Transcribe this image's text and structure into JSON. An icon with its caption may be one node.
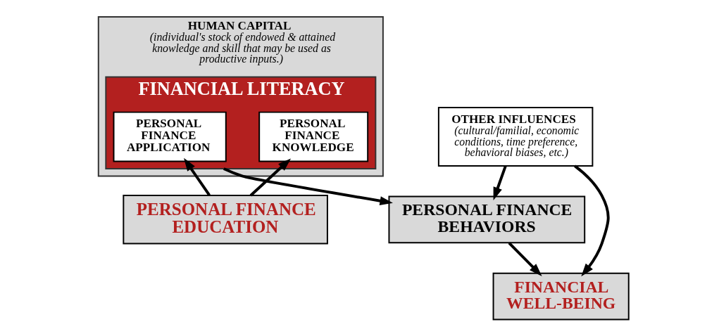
{
  "diagram": {
    "nodes": [
      {
        "text": [
          "HUMAN CAPITAL",
          "(individual's stock of endowed & attained knowledge and skill that may be used as productive inputs.)"
        ]
      },
      {
        "text": [
          "FINANCIAL LITERACY"
        ],
        "in": 0
      },
      {
        "text": [
          "PERSONAL FINANCE KNOWLEDGE"
        ],
        "in": 1
      },
      {
        "text": [
          "PERSONAL FINANCE APPLICATION"
        ],
        "in": 1
      },
      {
        "text": [
          "OTHER INFLUENCES",
          "(cultural/familial, economic conditions, time preference, behavioral biases, etc.)"
        ]
      },
      {
        "text": [
          "PERSONAL FINANCE BEHAVIORS"
        ]
      },
      {
        "text": [
          "FINANCIAL WELL-BEING"
        ]
      },
      {
        "text": [
          "PERSONAL FINANCE EDUCATION"
        ]
      }
    ],
    "edges": [
      {
        "from": 7,
        "to": 2,
        "arrow": "to"
      },
      {
        "from": 7,
        "to": 3,
        "arrow": "to"
      },
      {
        "from": 1,
        "to": 5,
        "arrow": "to"
      },
      {
        "from": 4,
        "to": 5,
        "arrow": "to"
      },
      {
        "from": 4,
        "to": 6,
        "arrow": "to"
      },
      {
        "from": 5,
        "to": 6,
        "arrow": "to"
      }
    ]
  }
}
